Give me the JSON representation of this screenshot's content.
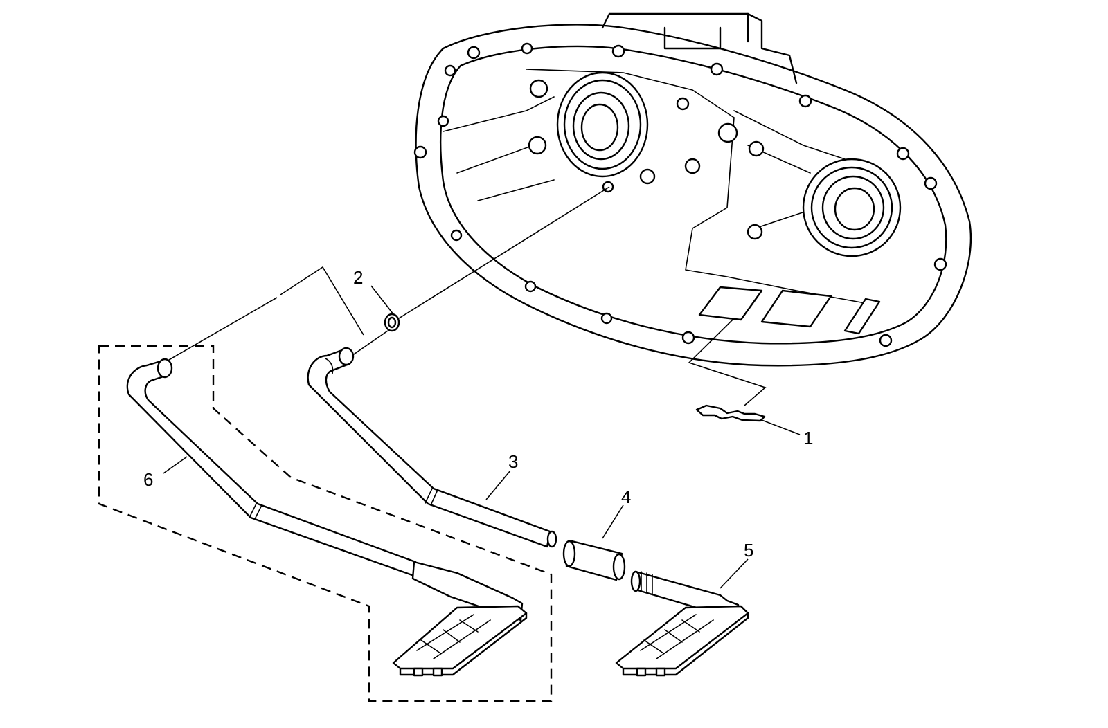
{
  "diagram": {
    "callouts": [
      {
        "id": "1",
        "label": "1"
      },
      {
        "id": "2",
        "label": "2"
      },
      {
        "id": "3",
        "label": "3"
      },
      {
        "id": "4",
        "label": "4"
      },
      {
        "id": "5",
        "label": "5"
      },
      {
        "id": "6",
        "label": "6"
      }
    ],
    "parts": [
      {
        "callout": "1",
        "icon": "retaining-clip-icon"
      },
      {
        "callout": "2",
        "icon": "o-ring-seal-icon"
      },
      {
        "callout": "3",
        "icon": "oil-pump-pickup-tube-icon"
      },
      {
        "callout": "4",
        "icon": "tube-connector-sleeve-icon"
      },
      {
        "callout": "5",
        "icon": "oil-pump-screen-icon"
      },
      {
        "callout": "6",
        "icon": "pickup-tube-and-screen-assembly-icon"
      }
    ]
  }
}
